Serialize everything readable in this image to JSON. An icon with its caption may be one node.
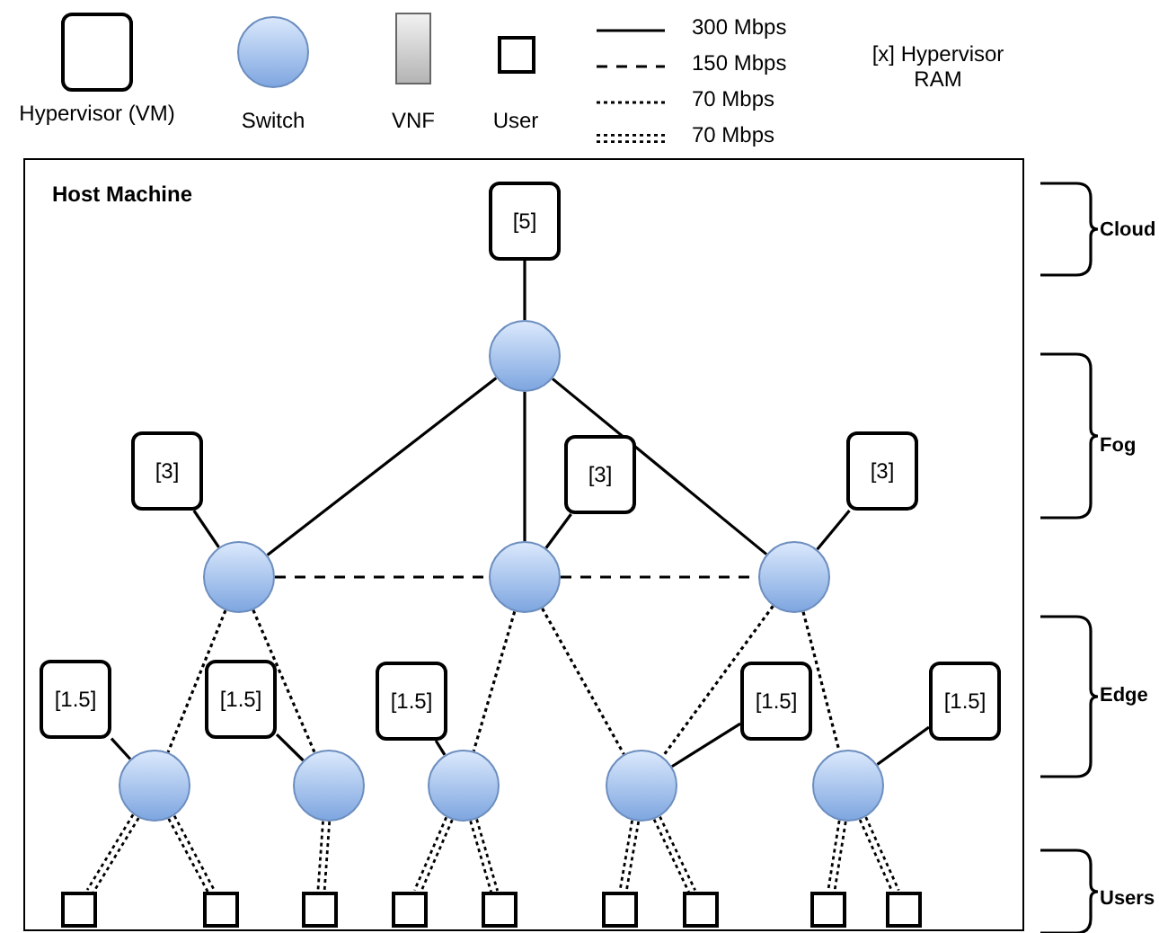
{
  "diagram": {
    "nodes": [
      {
        "text": [
          "Host Machine"
        ]
      },
      {
        "text": [
          "[5]"
        ],
        "in": 0
      },
      {
        "text": [],
        "shape": "circle",
        "in": 0
      },
      {
        "text": [
          "[3]"
        ],
        "in": 0
      },
      {
        "text": [
          "[3]"
        ],
        "in": 0
      },
      {
        "text": [
          "[3]"
        ],
        "in": 0
      },
      {
        "text": [],
        "shape": "circle",
        "in": 0
      },
      {
        "text": [],
        "shape": "circle",
        "in": 0
      },
      {
        "text": [],
        "shape": "circle",
        "in": 0
      },
      {
        "text": [
          "[1.5]"
        ],
        "in": 0
      },
      {
        "text": [
          "[1.5]"
        ],
        "in": 0
      },
      {
        "text": [
          "[1.5]"
        ],
        "in": 0
      },
      {
        "text": [
          "[1.5]"
        ],
        "in": 0
      },
      {
        "text": [
          "[1.5]"
        ],
        "in": 0
      },
      {
        "text": [],
        "shape": "circle",
        "in": 0
      },
      {
        "text": [],
        "shape": "circle",
        "in": 0
      },
      {
        "text": [],
        "shape": "circle",
        "in": 0
      },
      {
        "text": [],
        "shape": "circle",
        "in": 0
      },
      {
        "text": [],
        "shape": "circle",
        "in": 0
      },
      {
        "text": [],
        "shape": "box",
        "in": 0
      },
      {
        "text": [],
        "shape": "box",
        "in": 0
      },
      {
        "text": [],
        "shape": "box",
        "in": 0
      },
      {
        "text": [],
        "shape": "box",
        "in": 0
      },
      {
        "text": [],
        "shape": "box",
        "in": 0
      },
      {
        "text": [],
        "shape": "box",
        "in": 0
      },
      {
        "text": [],
        "shape": "box",
        "in": 0
      },
      {
        "text": [],
        "shape": "box",
        "in": 0
      },
      {
        "text": [],
        "shape": "box",
        "in": 0
      }
    ],
    "edges": [
      {
        "from": 1,
        "to": 2,
        "arrow": "none"
      },
      {
        "from": 2,
        "to": 6,
        "arrow": "none"
      },
      {
        "from": 2,
        "to": 7,
        "arrow": "none"
      },
      {
        "from": 2,
        "to": 8,
        "arrow": "none"
      },
      {
        "from": 3,
        "to": 6,
        "arrow": "none"
      },
      {
        "from": 4,
        "to": 7,
        "arrow": "none"
      },
      {
        "from": 5,
        "to": 8,
        "arrow": "none"
      },
      {
        "from": 6,
        "to": 7,
        "arrow": "none",
        "style": "dashed"
      },
      {
        "from": 7,
        "to": 8,
        "arrow": "none",
        "style": "dashed"
      },
      {
        "from": 6,
        "to": 14,
        "arrow": "none",
        "style": "dashed"
      },
      {
        "from": 6,
        "to": 15,
        "arrow": "none",
        "style": "dashed"
      },
      {
        "from": 7,
        "to": 16,
        "arrow": "none",
        "style": "dashed"
      },
      {
        "from": 7,
        "to": 17,
        "arrow": "none",
        "style": "dashed"
      },
      {
        "from": 8,
        "to": 17,
        "arrow": "none",
        "style": "dashed"
      },
      {
        "from": 8,
        "to": 18,
        "arrow": "none",
        "style": "dashed"
      },
      {
        "from": 9,
        "to": 14,
        "arrow": "none"
      },
      {
        "from": 10,
        "to": 15,
        "arrow": "none"
      },
      {
        "from": 11,
        "to": 16,
        "arrow": "none"
      },
      {
        "from": 12,
        "to": 17,
        "arrow": "none"
      },
      {
        "from": 13,
        "to": 18,
        "arrow": "none"
      },
      {
        "from": 14,
        "to": 19,
        "arrow": "none",
        "style": "dashed"
      },
      {
        "from": 14,
        "to": 20,
        "arrow": "none",
        "style": "dashed"
      },
      {
        "from": 15,
        "to": 21,
        "arrow": "none",
        "style": "dashed"
      },
      {
        "from": 16,
        "to": 22,
        "arrow": "none",
        "style": "dashed"
      },
      {
        "from": 16,
        "to": 23,
        "arrow": "none",
        "style": "dashed"
      },
      {
        "from": 17,
        "to": 24,
        "arrow": "none",
        "style": "dashed"
      },
      {
        "from": 17,
        "to": 25,
        "arrow": "none",
        "style": "dashed"
      },
      {
        "from": 18,
        "to": 26,
        "arrow": "none",
        "style": "dashed"
      },
      {
        "from": 18,
        "to": 27,
        "arrow": "none",
        "style": "dashed"
      }
    ],
    "labels": [
      "[x] Hypervisor RAM",
      "Cloud",
      "Fog",
      "Edge",
      "Users"
    ],
    "legend": [
      {
        "text": "Hypervisor (VM)"
      },
      {
        "text": "Switch"
      },
      {
        "text": "VNF"
      },
      {
        "text": "User"
      },
      {
        "text": "300 Mbps"
      },
      {
        "text": "150 Mbps"
      },
      {
        "text": "70 Mbps"
      },
      {
        "text": "70 Mbps"
      }
    ]
  }
}
